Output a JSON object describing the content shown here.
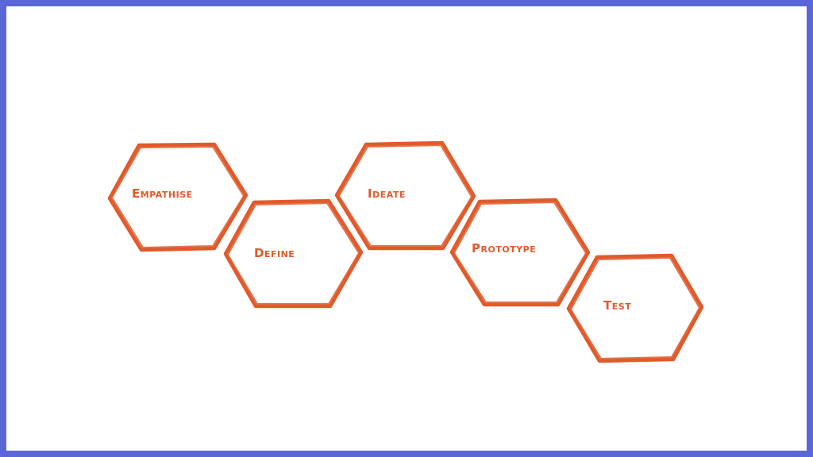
{
  "colors": {
    "frame": "#5b67d9",
    "background": "#ffffff",
    "accent": "#e05a2b"
  },
  "steps": [
    {
      "label": "Empathise"
    },
    {
      "label": "Define"
    },
    {
      "label": "Ideate"
    },
    {
      "label": "Prototype"
    },
    {
      "label": "Test"
    }
  ]
}
